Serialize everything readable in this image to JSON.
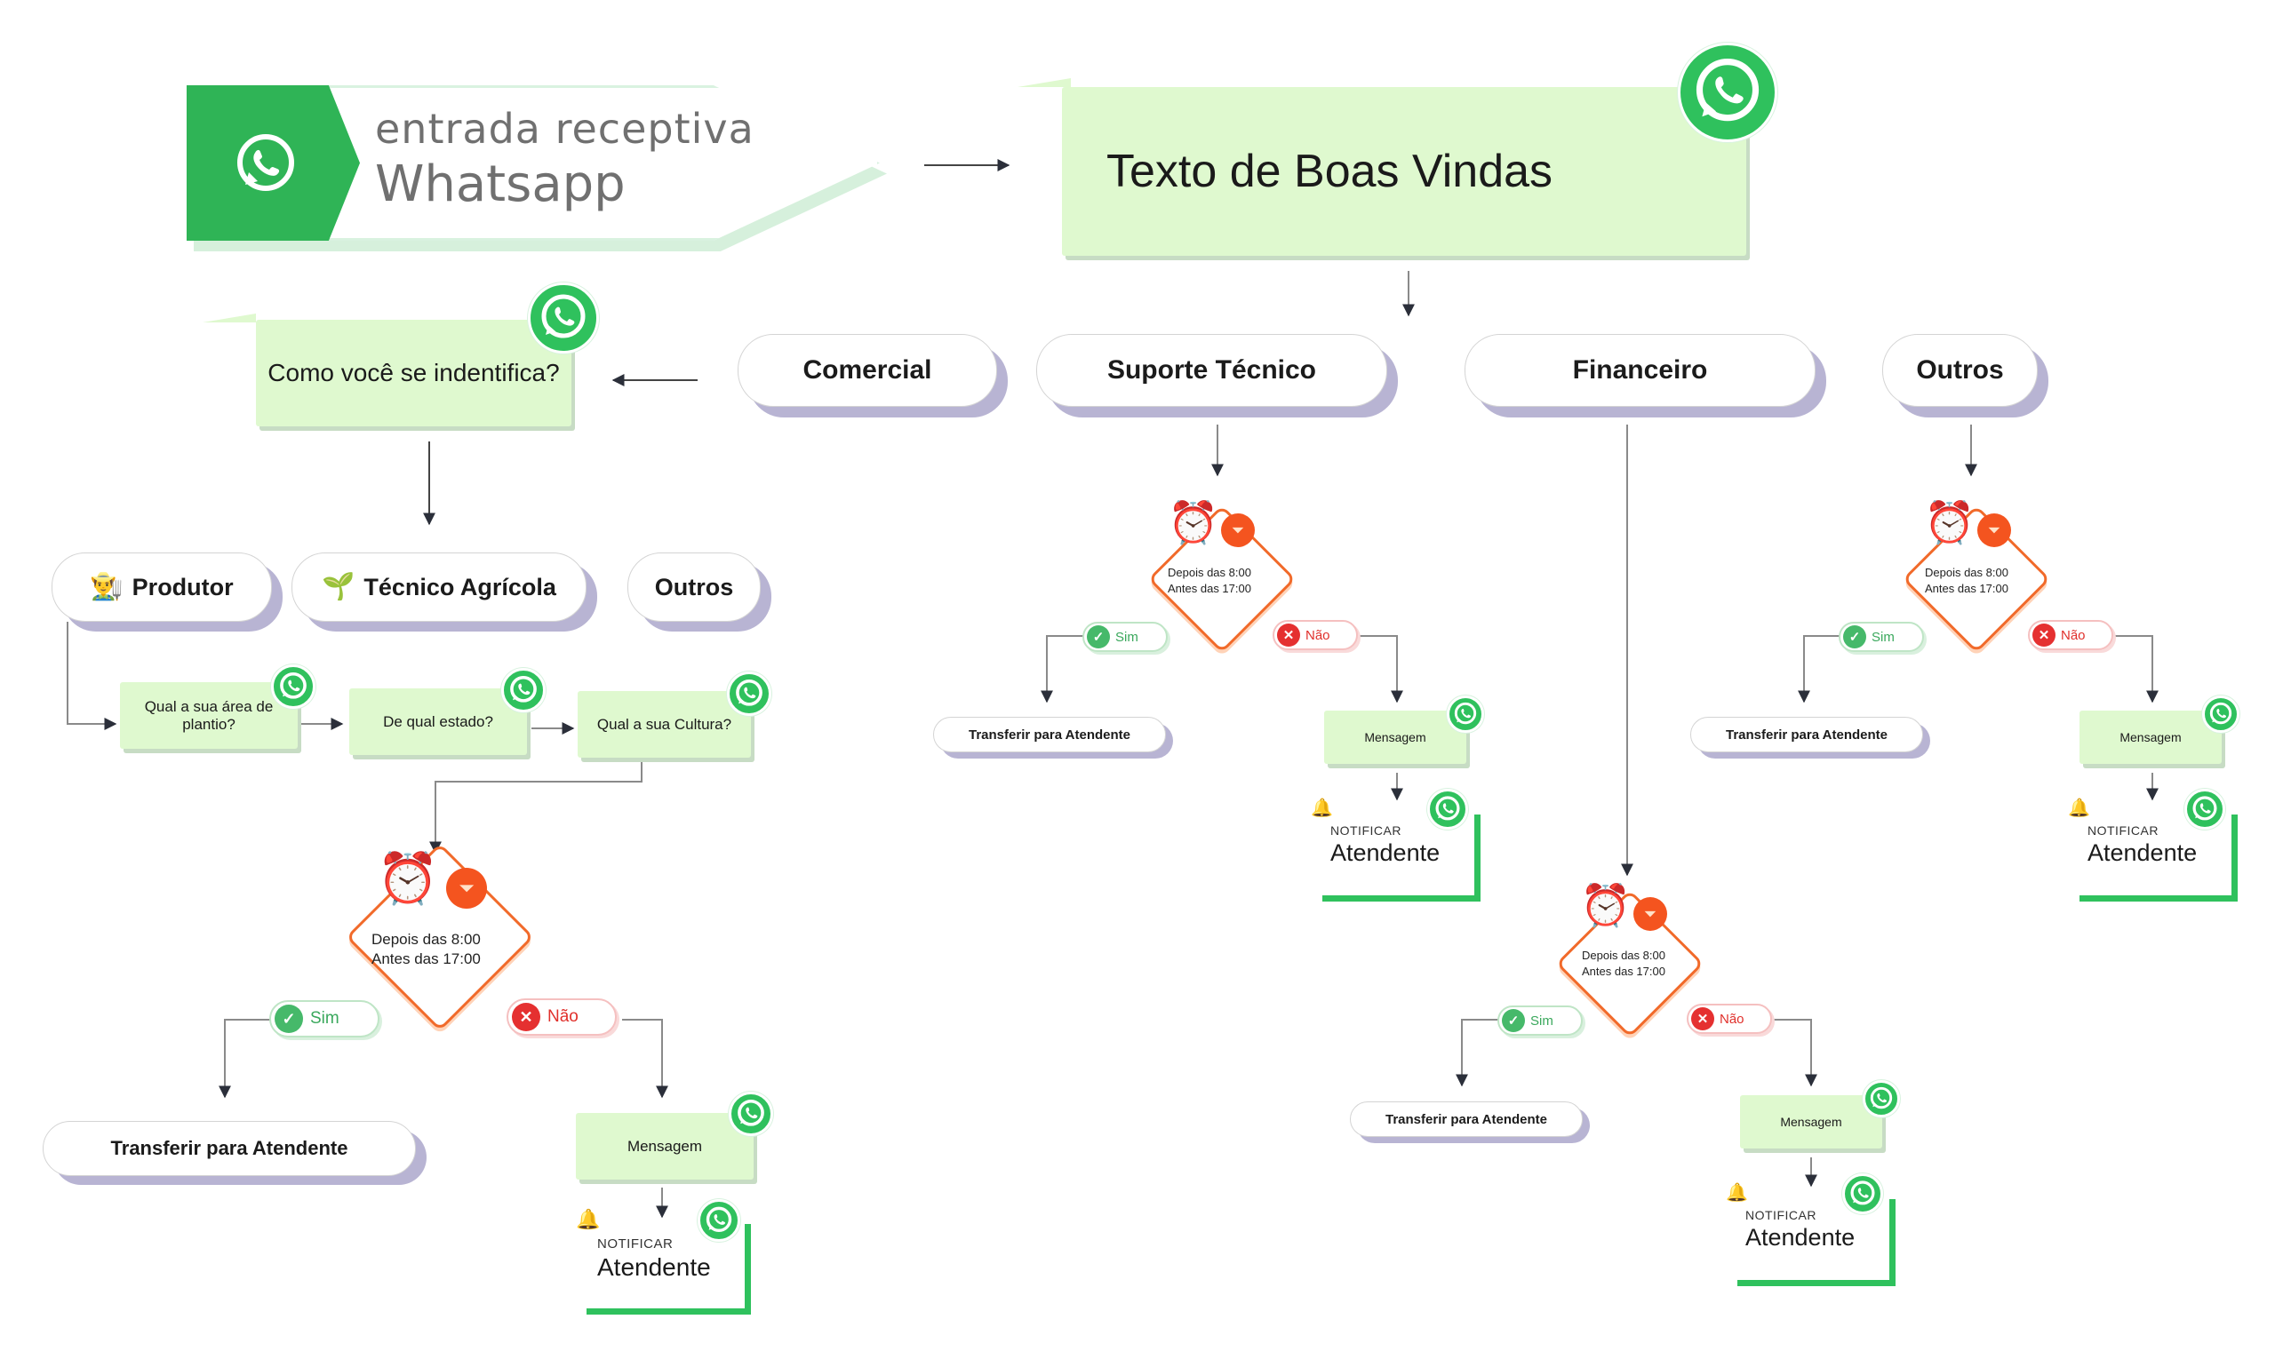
{
  "header": {
    "entry_line1": "entrada receptiva",
    "entry_line2": "Whatsapp",
    "welcome": "Texto de Boas Vindas"
  },
  "departments": [
    "Comercial",
    "Suporte Técnico",
    "Financeiro",
    "Outros"
  ],
  "comercial": {
    "question": "Como você se indentifica?",
    "options": [
      "Produtor",
      "Técnico Agrícola",
      "Outros"
    ],
    "q_area": "Qual a sua área de plantio?",
    "q_state": "De qual estado?",
    "q_crop": "Qual a sua Cultura?"
  },
  "schedule": {
    "after": "Depois das 8:00",
    "before": "Antes das 17:00",
    "yes": "Sim",
    "no": "Não",
    "transfer": "Transferir para Atendente",
    "message": "Mensagem",
    "notify_small": "NOTIFICAR",
    "notify_big": "Atendente"
  },
  "icons": {
    "whatsapp": "whatsapp-icon",
    "alarm": "alarm-clock-icon",
    "filter": "filter-icon",
    "bell": "bell-icon",
    "farmer": "farmer-icon",
    "seedling": "seedling-icon",
    "check": "check-icon",
    "cross": "cross-icon"
  },
  "colors": {
    "whatsapp_green": "#2fc15d",
    "message_box": "#dff9cf",
    "pill_shadow": "#b8b4d3",
    "decision_border": "#f16a2a",
    "yes": "#3aa85c",
    "no": "#e53030"
  }
}
